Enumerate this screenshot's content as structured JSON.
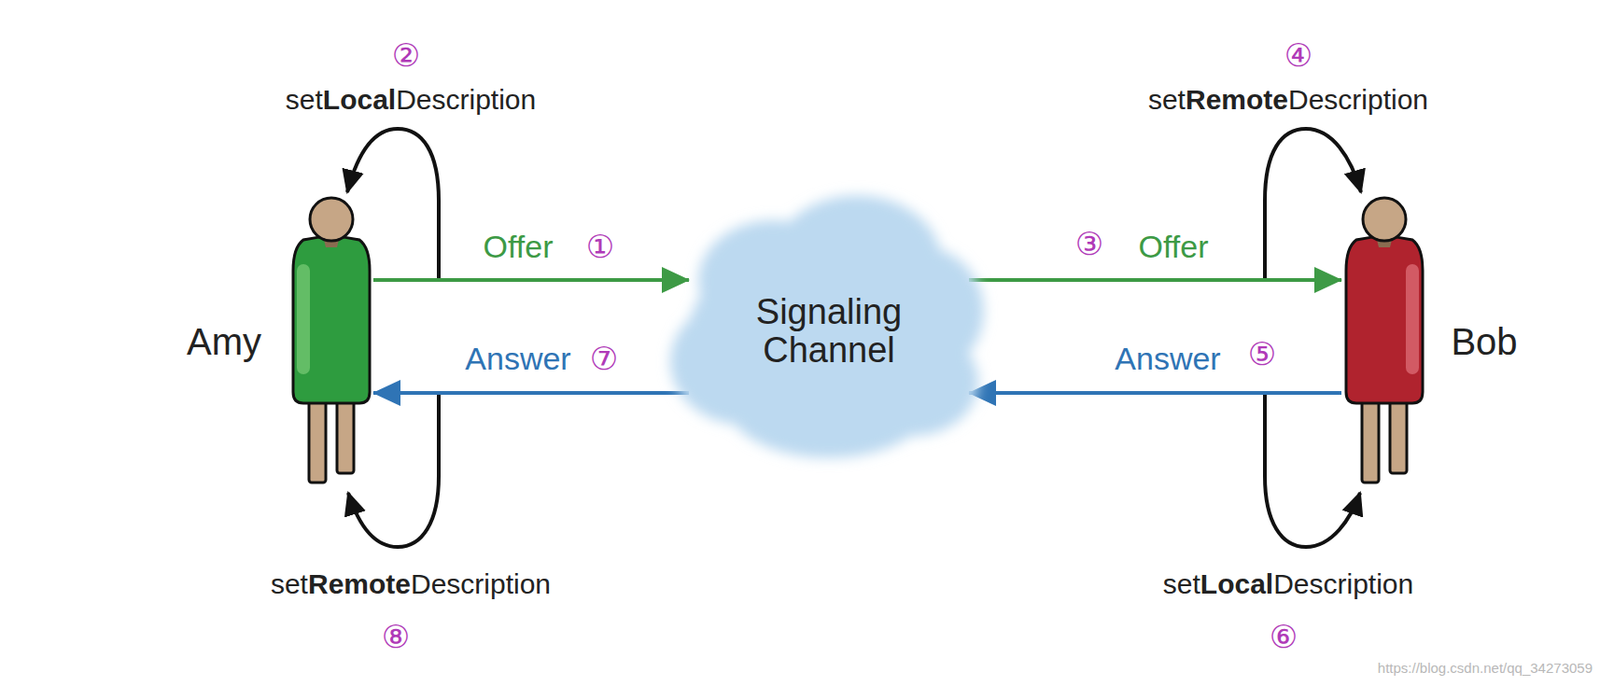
{
  "diagram": {
    "nodes": [
      {
        "text": [
          "Amy"
        ]
      },
      {
        "text": [
          "Signaling Channel"
        ]
      },
      {
        "text": [
          "Bob"
        ]
      }
    ],
    "edges": [
      {
        "from": 0,
        "to": 1,
        "arrow": "to",
        "label": "Offer"
      },
      {
        "from": 1,
        "to": 2,
        "arrow": "to",
        "label": "Offer"
      },
      {
        "from": 2,
        "to": 1,
        "arrow": "to",
        "label": "Answer"
      },
      {
        "from": 1,
        "to": 0,
        "arrow": "to",
        "label": "Answer"
      }
    ],
    "labels": [
      "②",
      "setLocalDescription",
      "④",
      "setRemoteDescription",
      "①",
      "③",
      "⑦",
      "⑤",
      "setRemoteDescription",
      "⑧",
      "setLocalDescription",
      "⑥",
      "https://blog.csdn.net/qq_34273059"
    ]
  }
}
